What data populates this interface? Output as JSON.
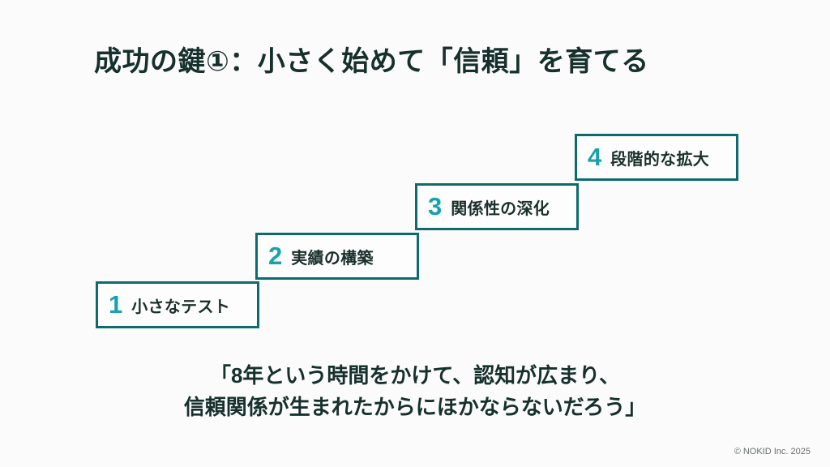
{
  "slide": {
    "title": "成功の鍵①：小さく始めて「信頼」を育てる",
    "background_color": "#fbfbfb",
    "title_color": "#16302c",
    "accent_color": "#17a2ae",
    "border_color": "#0e6b6b"
  },
  "staircase": {
    "steps": [
      {
        "number": "1",
        "label": "小さなテスト"
      },
      {
        "number": "2",
        "label": "実績の構築"
      },
      {
        "number": "3",
        "label": "関係性の深化"
      },
      {
        "number": "4",
        "label": "段階的な拡大"
      }
    ]
  },
  "quote": {
    "line1": "「8年という時間をかけて、認知が広まり、",
    "line2": "信頼関係が生まれたからにほかならないだろう」"
  },
  "footer": {
    "credit": "© NOKID Inc. 2025"
  }
}
